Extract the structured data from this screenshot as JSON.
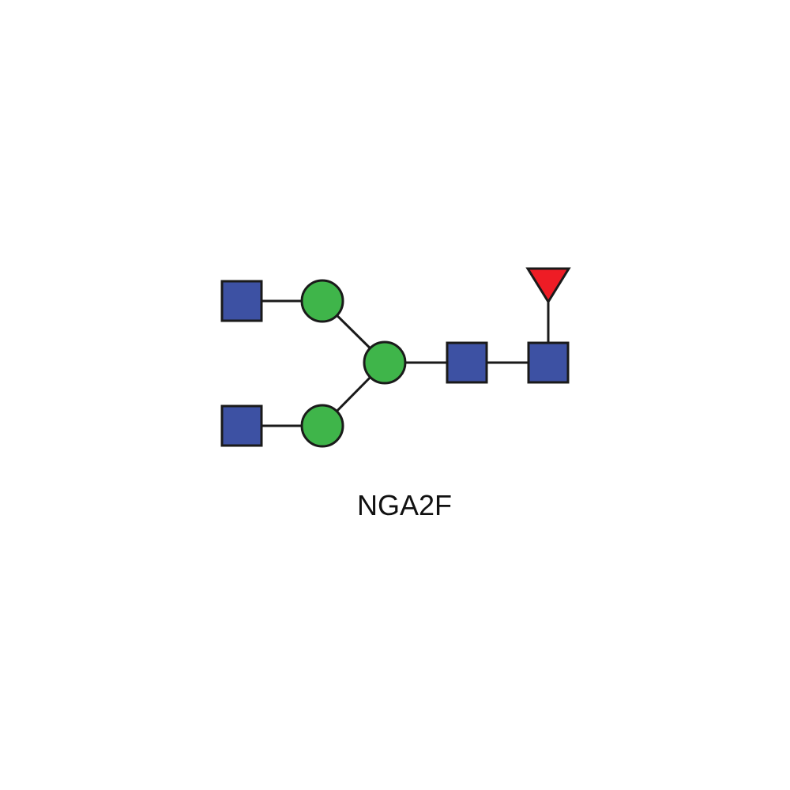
{
  "diagram": {
    "label": "NGA2F",
    "colors": {
      "glcnac": "#3D51A3",
      "mannose": "#3FB54A",
      "fucose": "#EE1C25",
      "stroke": "#1a1a1a"
    },
    "residues": [
      {
        "id": "glcnac-top-left",
        "type": "GlcNAc"
      },
      {
        "id": "glcnac-bottom-left",
        "type": "GlcNAc"
      },
      {
        "id": "mannose-top",
        "type": "Mannose"
      },
      {
        "id": "mannose-bottom",
        "type": "Mannose"
      },
      {
        "id": "mannose-core",
        "type": "Mannose"
      },
      {
        "id": "glcnac-core-inner",
        "type": "GlcNAc"
      },
      {
        "id": "glcnac-core-reducing",
        "type": "GlcNAc"
      },
      {
        "id": "fucose",
        "type": "Fucose"
      }
    ],
    "linkages": [
      [
        "glcnac-top-left",
        "mannose-top"
      ],
      [
        "glcnac-bottom-left",
        "mannose-bottom"
      ],
      [
        "mannose-top",
        "mannose-core"
      ],
      [
        "mannose-bottom",
        "mannose-core"
      ],
      [
        "mannose-core",
        "glcnac-core-inner"
      ],
      [
        "glcnac-core-inner",
        "glcnac-core-reducing"
      ],
      [
        "fucose",
        "glcnac-core-reducing"
      ]
    ]
  }
}
